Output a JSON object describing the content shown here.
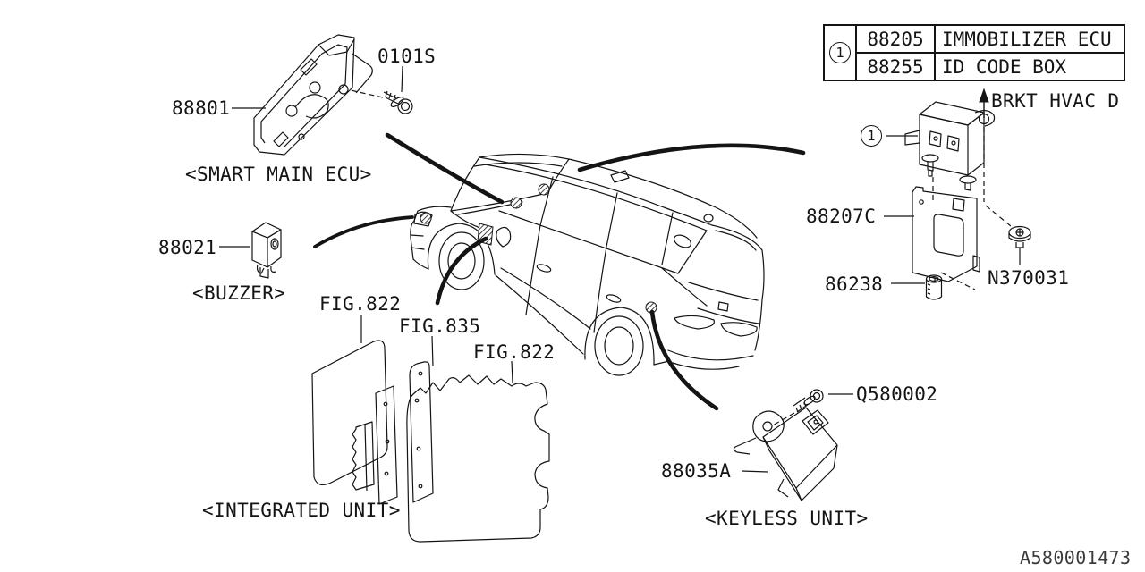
{
  "diagram": {
    "title_hint": "electrical parts location diagram",
    "doc_code": "A580001473",
    "callout": "1",
    "table": {
      "callout": "1",
      "rows": [
        {
          "part_number": "88205",
          "part_name": "IMMOBILIZER ECU"
        },
        {
          "part_number": "88255",
          "part_name": "ID CODE BOX"
        }
      ]
    },
    "labels": {
      "part_88801": "88801",
      "screw_0101s": "0101S",
      "caption_smart_main_ecu": "<SMART MAIN ECU>",
      "part_88021": "88021",
      "caption_buzzer": "<BUZZER>",
      "fig_822_a": "FIG.822",
      "fig_835": "FIG.835",
      "fig_822_b": "FIG.822",
      "caption_integrated_unit": "<INTEGRATED UNIT>",
      "brkt_hvac": "BRKT HVAC D",
      "part_88207c": "88207C",
      "part_86238": "86238",
      "part_n370031": "N370031",
      "part_q580002": "Q580002",
      "part_88035a": "88035A",
      "caption_keyless_unit": "<KEYLESS UNIT>"
    },
    "colors": {
      "line": "#141414",
      "background": "#ffffff"
    }
  }
}
